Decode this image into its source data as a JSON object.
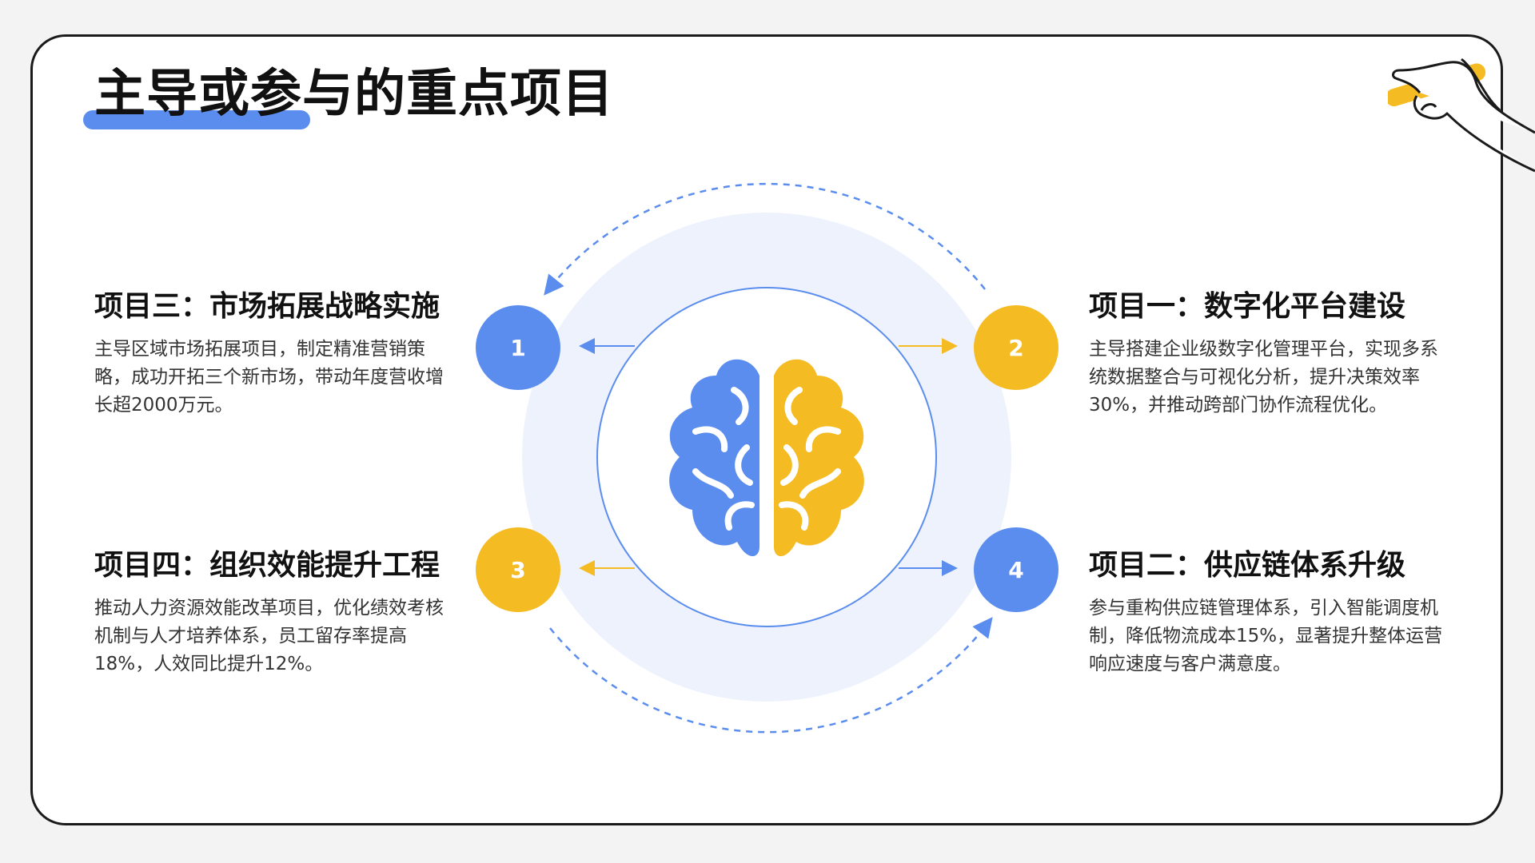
{
  "title": "主导或参与的重点项目",
  "colors": {
    "blue": "#5b8def",
    "yellow": "#f5bb22",
    "light_circle": "#edf2fd"
  },
  "center_icon": "brain-icon",
  "nodes": [
    {
      "number": "1",
      "color": "blue"
    },
    {
      "number": "2",
      "color": "yellow"
    },
    {
      "number": "3",
      "color": "yellow"
    },
    {
      "number": "4",
      "color": "blue"
    }
  ],
  "projects": [
    {
      "title": "项目三：市场拓展战略实施",
      "description": "主导区域市场拓展项目，制定精准营销策略，成功开拓三个新市场，带动年度营收增长超2000万元。"
    },
    {
      "title": "项目一：数字化平台建设",
      "description": "主导搭建企业级数字化管理平台，实现多系统数据整合与可视化分析，提升决策效率30%，并推动跨部门协作流程优化。"
    },
    {
      "title": "项目四：组织效能提升工程",
      "description": "推动人力资源效能改革项目，优化绩效考核机制与人才培养体系，员工留存率提高18%，人效同比提升12%。"
    },
    {
      "title": "项目二：供应链体系升级",
      "description": "参与重构供应链管理体系，引入智能调度机制，降低物流成本15%，显著提升整体运营响应速度与客户满意度。"
    }
  ]
}
